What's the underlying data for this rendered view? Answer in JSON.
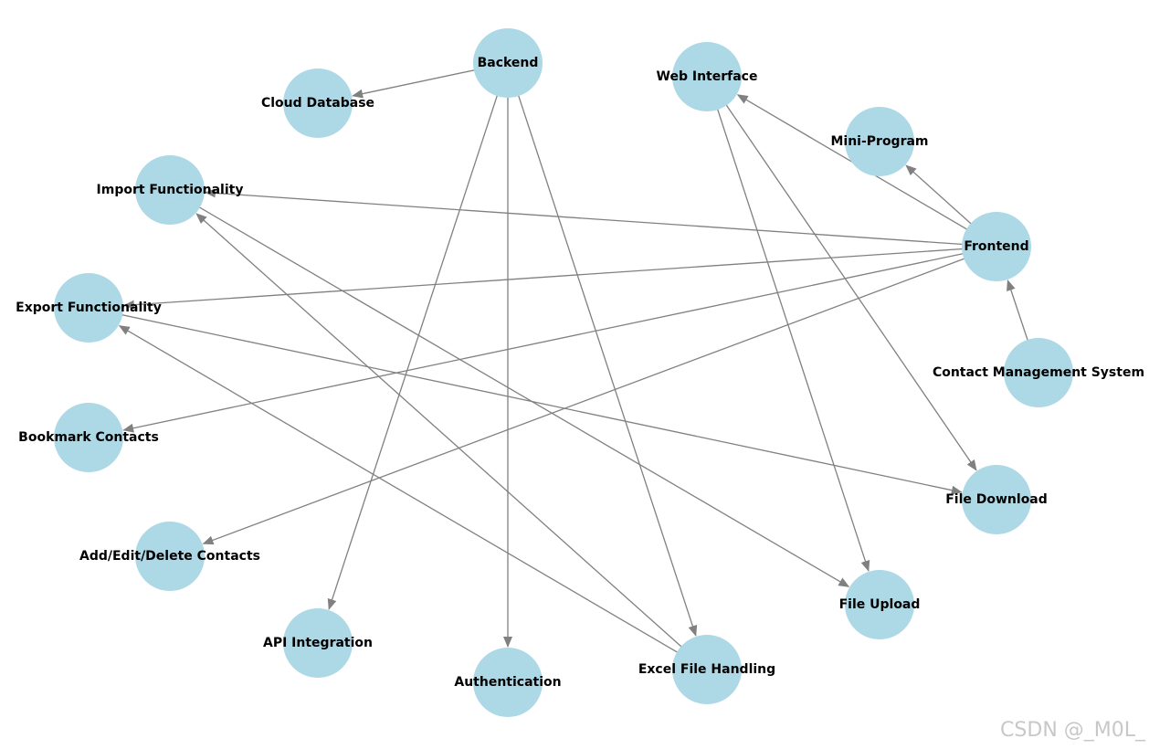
{
  "diagram": {
    "nodes": [
      {
        "id": "backend",
        "label": "Backend"
      },
      {
        "id": "cloud-database",
        "label": "Cloud Database"
      },
      {
        "id": "web-interface",
        "label": "Web Interface"
      },
      {
        "id": "mini-program",
        "label": "Mini-Program"
      },
      {
        "id": "import-functionality",
        "label": "Import Functionality"
      },
      {
        "id": "frontend",
        "label": "Frontend"
      },
      {
        "id": "export-functionality",
        "label": "Export Functionality"
      },
      {
        "id": "contact-management-system",
        "label": "Contact Management System"
      },
      {
        "id": "bookmark-contacts",
        "label": "Bookmark Contacts"
      },
      {
        "id": "file-download",
        "label": "File Download"
      },
      {
        "id": "add-edit-delete-contacts",
        "label": "Add/Edit/Delete Contacts"
      },
      {
        "id": "file-upload",
        "label": "File Upload"
      },
      {
        "id": "api-integration",
        "label": "API Integration"
      },
      {
        "id": "authentication",
        "label": "Authentication"
      },
      {
        "id": "excel-file-handling",
        "label": "Excel File Handling"
      }
    ],
    "edges": [
      {
        "from": "contact-management-system",
        "to": "frontend"
      },
      {
        "from": "frontend",
        "to": "web-interface"
      },
      {
        "from": "frontend",
        "to": "mini-program"
      },
      {
        "from": "frontend",
        "to": "import-functionality"
      },
      {
        "from": "frontend",
        "to": "export-functionality"
      },
      {
        "from": "frontend",
        "to": "bookmark-contacts"
      },
      {
        "from": "frontend",
        "to": "add-edit-delete-contacts"
      },
      {
        "from": "backend",
        "to": "cloud-database"
      },
      {
        "from": "backend",
        "to": "api-integration"
      },
      {
        "from": "backend",
        "to": "authentication"
      },
      {
        "from": "backend",
        "to": "excel-file-handling"
      },
      {
        "from": "web-interface",
        "to": "file-upload"
      },
      {
        "from": "web-interface",
        "to": "file-download"
      },
      {
        "from": "import-functionality",
        "to": "file-upload"
      },
      {
        "from": "export-functionality",
        "to": "file-download"
      },
      {
        "from": "excel-file-handling",
        "to": "import-functionality"
      },
      {
        "from": "excel-file-handling",
        "to": "export-functionality"
      }
    ]
  },
  "watermark": "CSDN @_M0L_",
  "colors": {
    "node_fill": "#add8e6",
    "edge": "#808080",
    "label": "#000000",
    "watermark": "#c8c8c8"
  }
}
